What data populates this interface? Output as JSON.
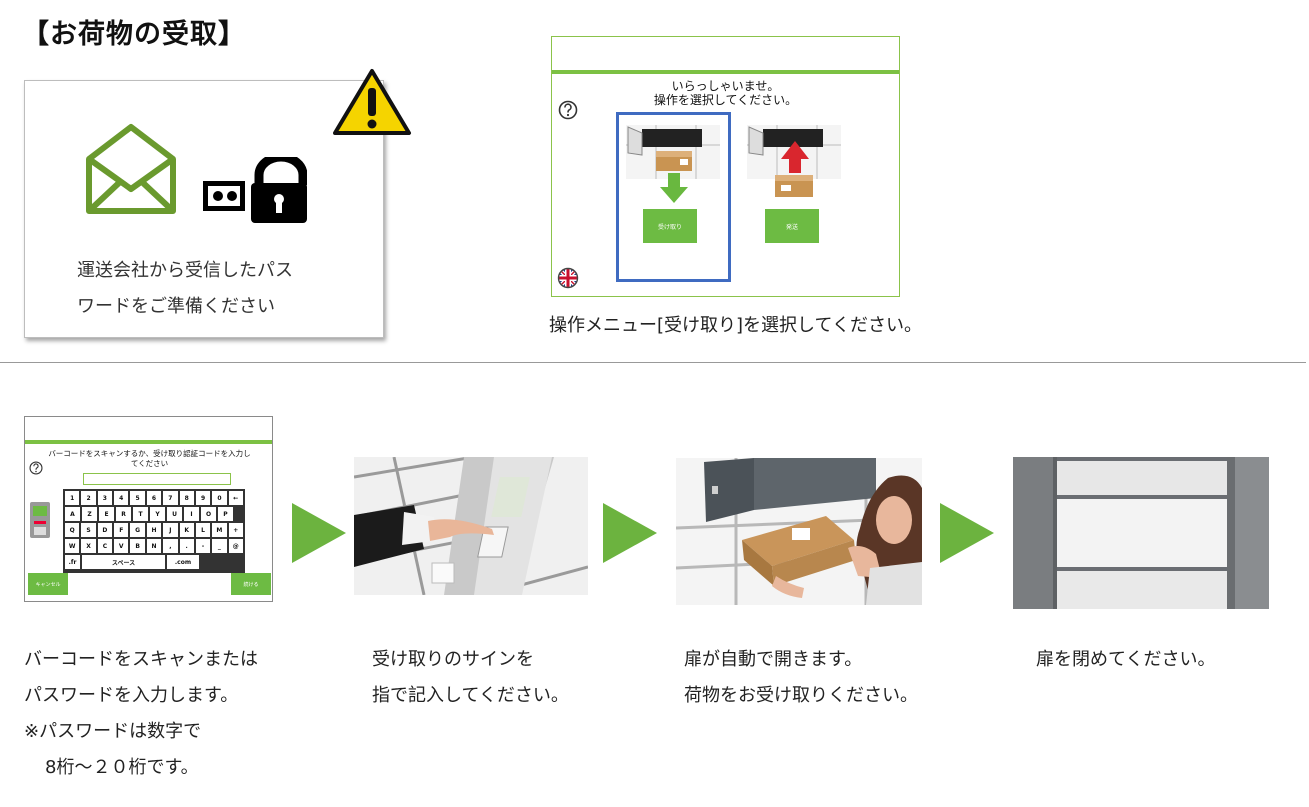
{
  "title": "【お荷物の受取】",
  "preparation": {
    "lines": [
      "運送会社から受信したパス",
      "ワードをご準備ください"
    ]
  },
  "menu_screen": {
    "greeting_lines": [
      "いらっしゃいませ。",
      "操作を選択してください。"
    ],
    "receive_label": "受け取り",
    "send_label": "発送",
    "caption": "操作メニュー[受け取り]を選択してください。"
  },
  "keyboard_screen": {
    "prompt_lines": [
      "バーコードをスキャンするか、受け取り認証コードを入力し",
      "てください"
    ],
    "rows": [
      [
        "1",
        "2",
        "3",
        "4",
        "5",
        "6",
        "7",
        "8",
        "9",
        "0",
        "←"
      ],
      [
        "A",
        "Z",
        "E",
        "R",
        "T",
        "Y",
        "U",
        "I",
        "O",
        "P"
      ],
      [
        "Q",
        "S",
        "D",
        "F",
        "G",
        "H",
        "J",
        "K",
        "L",
        "M",
        "+"
      ],
      [
        "W",
        "X",
        "C",
        "V",
        "B",
        "N",
        ",",
        ".",
        "-",
        "_",
        "@"
      ]
    ],
    "fr_key": ".fr",
    "space_key": "スペース",
    "com_key": ".com",
    "cancel_label": "キャンセル",
    "ok_label": "続ける"
  },
  "steps": [
    {
      "lines": [
        "バーコードをスキャンまたは",
        "パスワードを入力します。",
        "※パスワードは数字で",
        "8桁～２０桁です。"
      ]
    },
    {
      "lines": [
        "受け取りのサインを",
        "指で記入してください。"
      ]
    },
    {
      "lines": [
        "扉が自動で開きます。",
        "荷物をお受け取りください。"
      ]
    },
    {
      "lines": [
        "扉を閉めてください。"
      ]
    }
  ],
  "colors": {
    "accent_green": "#6cb33f",
    "envelope_green": "#6a9a2e",
    "highlight_blue": "#3f6bc1",
    "warning_yellow": "#f5d400"
  }
}
